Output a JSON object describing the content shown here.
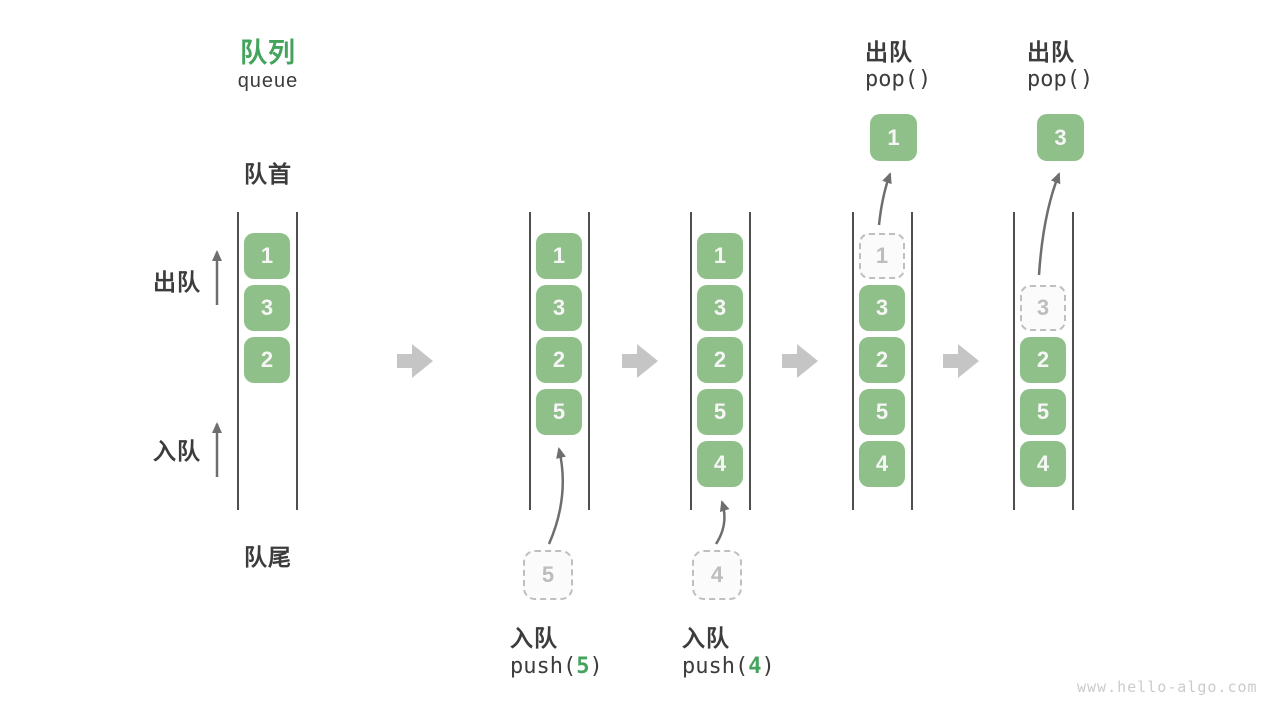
{
  "title": {
    "zh": "队列",
    "en": "queue"
  },
  "side_labels": {
    "front": "队首",
    "rear": "队尾",
    "dequeue": "出队",
    "enqueue": "入队"
  },
  "watermark": "www.hello-algo.com",
  "colors": {
    "green_fill": "#8FC08A",
    "green_accent": "#44A35C",
    "dark_text": "#3C3C3C",
    "wall": "#4F4F4F",
    "block_arrow": "#C5C5C5",
    "line_arrow": "#6E6E6E",
    "ghost_border": "#BFBFBF",
    "ghost_text": "#BDBDBD",
    "watermark": "#CBCBCB"
  },
  "queue_states": [
    {
      "cells": [
        {
          "row": 1,
          "value": "1",
          "type": "filled"
        },
        {
          "row": 2,
          "value": "3",
          "type": "filled"
        },
        {
          "row": 3,
          "value": "2",
          "type": "filled"
        }
      ]
    },
    {
      "cells": [
        {
          "row": 1,
          "value": "1",
          "type": "filled"
        },
        {
          "row": 2,
          "value": "3",
          "type": "filled"
        },
        {
          "row": 3,
          "value": "2",
          "type": "filled"
        },
        {
          "row": 4,
          "value": "5",
          "type": "filled"
        }
      ]
    },
    {
      "cells": [
        {
          "row": 1,
          "value": "1",
          "type": "filled"
        },
        {
          "row": 2,
          "value": "3",
          "type": "filled"
        },
        {
          "row": 3,
          "value": "2",
          "type": "filled"
        },
        {
          "row": 4,
          "value": "5",
          "type": "filled"
        },
        {
          "row": 5,
          "value": "4",
          "type": "filled"
        }
      ]
    },
    {
      "cells": [
        {
          "row": 1,
          "value": "1",
          "type": "ghost"
        },
        {
          "row": 2,
          "value": "3",
          "type": "filled"
        },
        {
          "row": 3,
          "value": "2",
          "type": "filled"
        },
        {
          "row": 4,
          "value": "5",
          "type": "filled"
        },
        {
          "row": 5,
          "value": "4",
          "type": "filled"
        }
      ]
    },
    {
      "cells": [
        {
          "row": 2,
          "value": "3",
          "type": "ghost"
        },
        {
          "row": 3,
          "value": "2",
          "type": "filled"
        },
        {
          "row": 4,
          "value": "5",
          "type": "filled"
        },
        {
          "row": 5,
          "value": "4",
          "type": "filled"
        }
      ]
    }
  ],
  "operations": {
    "push5": {
      "label": "入队",
      "code_pre": "push(",
      "arg": "5",
      "code_post": ")",
      "value": "5"
    },
    "push4": {
      "label": "入队",
      "code_pre": "push(",
      "arg": "4",
      "code_post": ")",
      "value": "4"
    },
    "pop1": {
      "label": "出队",
      "code": "pop()",
      "value": "1"
    },
    "pop3": {
      "label": "出队",
      "code": "pop()",
      "value": "3"
    }
  }
}
